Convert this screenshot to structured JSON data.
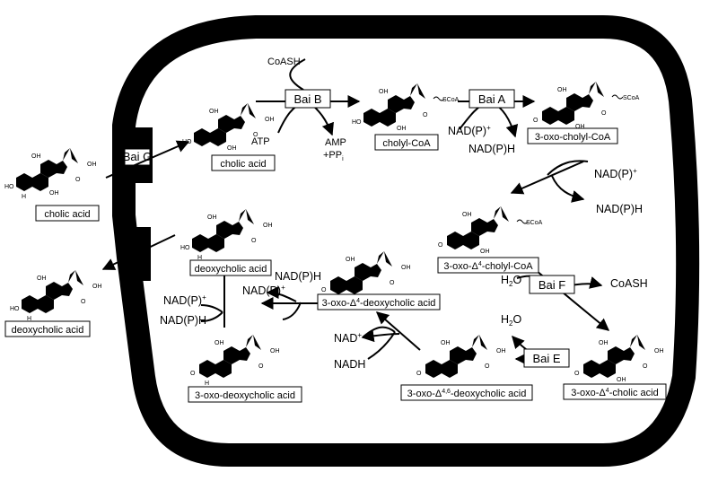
{
  "enzymes": {
    "bai_g": "Bai G",
    "bai_b": "Bai B",
    "bai_a": "Bai A",
    "bai_f": "Bai F",
    "bai_e": "Bai E"
  },
  "compounds": {
    "cholic_out": "cholic acid",
    "cholic_in": "cholic acid",
    "cholyl_coa": "cholyl-CoA",
    "oxo_cholyl_coa": "3-oxo-cholyl-CoA",
    "oxo_d4_cholyl_coa": {
      "prefix": "3-oxo-Δ",
      "sup": "4",
      "suffix": "-cholyl-CoA"
    },
    "oxo_d4_cholic": {
      "prefix": "3-oxo-Δ",
      "sup": "4",
      "suffix": "-cholic acid"
    },
    "oxo_d46_deoxycholic": {
      "prefix": "3-oxo-Δ",
      "sup": "4,6",
      "suffix": "-deoxycholic acid"
    },
    "oxo_d4_deoxycholic": {
      "prefix": "3-oxo-Δ",
      "sup": "4",
      "suffix": "-deoxycholic acid"
    },
    "oxo_deoxycholic": "3-oxo-deoxycholic acid",
    "deoxycholic_in": "deoxycholic acid",
    "deoxycholic_out": "deoxycholic acid"
  },
  "cofactors": {
    "coash_in": "CoASH",
    "atp": "ATP",
    "amp": "AMP",
    "ppi": {
      "text": "+PP",
      "sub": "i"
    },
    "nadp_plus_a": {
      "text": "NAD(P)",
      "sup": "+"
    },
    "nadph_a": "NAD(P)H",
    "nadp_plus_b": {
      "text": "NAD(P)",
      "sup": "+"
    },
    "nadph_b": "NAD(P)H",
    "h2o_f": {
      "text": "H",
      "sub": "2",
      "tail": "O"
    },
    "coash_out": "CoASH",
    "h2o_e": {
      "text": "H",
      "sub": "2",
      "tail": "O"
    },
    "nad_plus": {
      "text": "NAD",
      "sup": "+"
    },
    "nadh": "NADH",
    "nadph_c": "NAD(P)H",
    "nadp_plus_c": {
      "text": "NAD(P)",
      "sup": "+"
    },
    "nadp_plus_d": {
      "text": "NAD(P)",
      "sup": "+"
    },
    "nadph_d": "NAD(P)H"
  },
  "fragments": {
    "cooh": "OH",
    "scoa": "SCoA",
    "carbonyl_o": "O",
    "ho": "HO",
    "oh": "OH",
    "o": "O",
    "h": "H"
  }
}
